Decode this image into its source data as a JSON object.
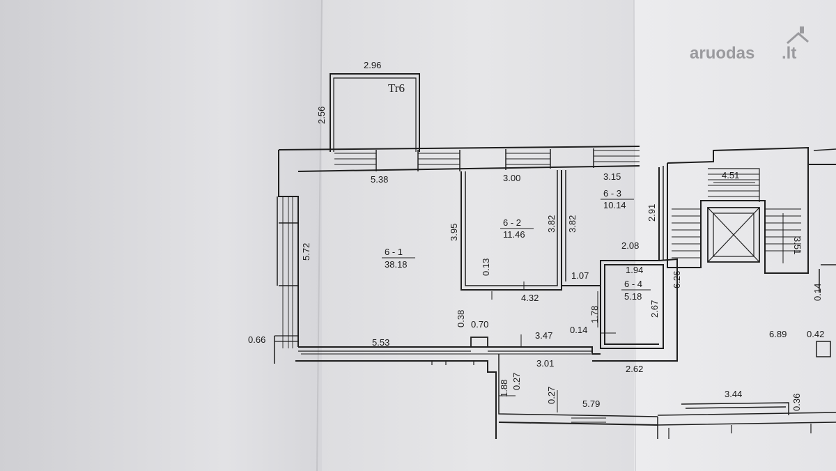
{
  "watermark": {
    "text": "aruodas",
    "tld": ".lt"
  },
  "balcony": {
    "label": "Tr6",
    "width": "2.96",
    "depth": "2.56"
  },
  "rooms": [
    {
      "id": "6 - 1",
      "area": "38.18"
    },
    {
      "id": "6 - 2",
      "area": "11.46"
    },
    {
      "id": "6 - 3",
      "area": "10.14"
    },
    {
      "id": "6 - 4",
      "area": "5.18"
    }
  ],
  "dimensions": {
    "d538": "5.38",
    "d300": "3.00",
    "d315": "3.15",
    "d572": "5.72",
    "d395": "3.95",
    "d382a": "3.82",
    "d382b": "3.82",
    "d291": "2.91",
    "d208": "2.08",
    "d194": "1.94",
    "d107": "1.07",
    "d013": "0.13",
    "d432": "4.32",
    "d038": "0.38",
    "d070": "0.70",
    "d347": "3.47",
    "d014": "0.14",
    "d178": "1.78",
    "d267": "2.67",
    "d553": "5.53",
    "d066": "0.66",
    "d301": "3.01",
    "d262": "2.62",
    "d188": "1.88",
    "d027a": "0.27",
    "d027b": "0.27",
    "d579": "5.79",
    "d626": "6.26",
    "d451": "4.51",
    "d351": "3.51",
    "d689": "6.89",
    "d042": "0.42",
    "d014b": "0.14",
    "d344": "3.44",
    "d036": "0.36"
  }
}
